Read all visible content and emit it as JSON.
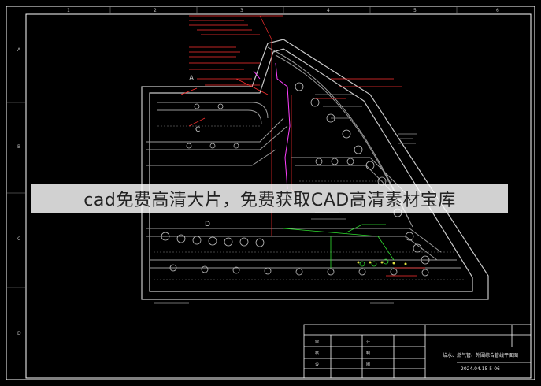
{
  "banner": {
    "text": "cad免费高清大片，免费获取CAD高清素材宝库"
  },
  "border": {
    "row_letters": [
      "A",
      "B",
      "C",
      "D"
    ],
    "col_numbers": [
      "1",
      "2",
      "3",
      "4",
      "5",
      "6"
    ]
  },
  "zones": {
    "a": "A",
    "c": "C",
    "d": "D"
  },
  "title_block": {
    "drawing_title": "给水、燃气管、外围综合管线平面图",
    "date": "2024.04.15 5-06",
    "row_labels": [
      "审",
      "核",
      "设",
      "计",
      "制",
      "图"
    ]
  },
  "colors": {
    "background": "#000000",
    "border": "#ffffff",
    "lines_primary": "#c8c8c8",
    "annotation_red": "#ff3030",
    "annotation_magenta": "#ff40ff",
    "annotation_green": "#30e030",
    "annotation_yellow": "#e0e040"
  }
}
